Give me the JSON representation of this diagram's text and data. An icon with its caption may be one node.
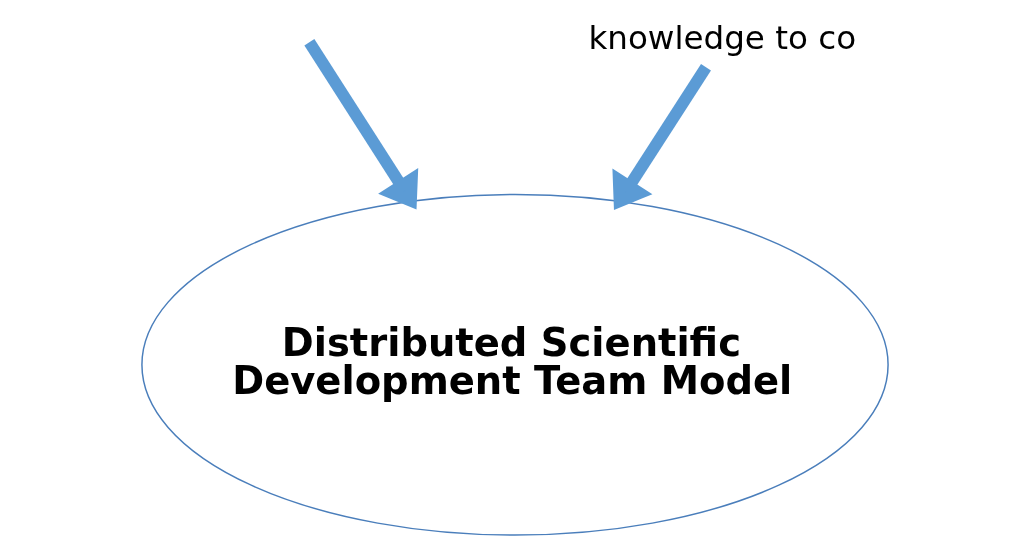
{
  "diagram": {
    "nodes": [
      {
        "text": [
          "knowledge to co"
        ]
      },
      {
        "text": [
          "Distributed Scientific Development Team Model"
        ]
      }
    ],
    "edges": [
      {
        "from": null,
        "to": 1,
        "arrow": "to"
      },
      {
        "from": 0,
        "to": 1,
        "arrow": "to"
      }
    ]
  }
}
